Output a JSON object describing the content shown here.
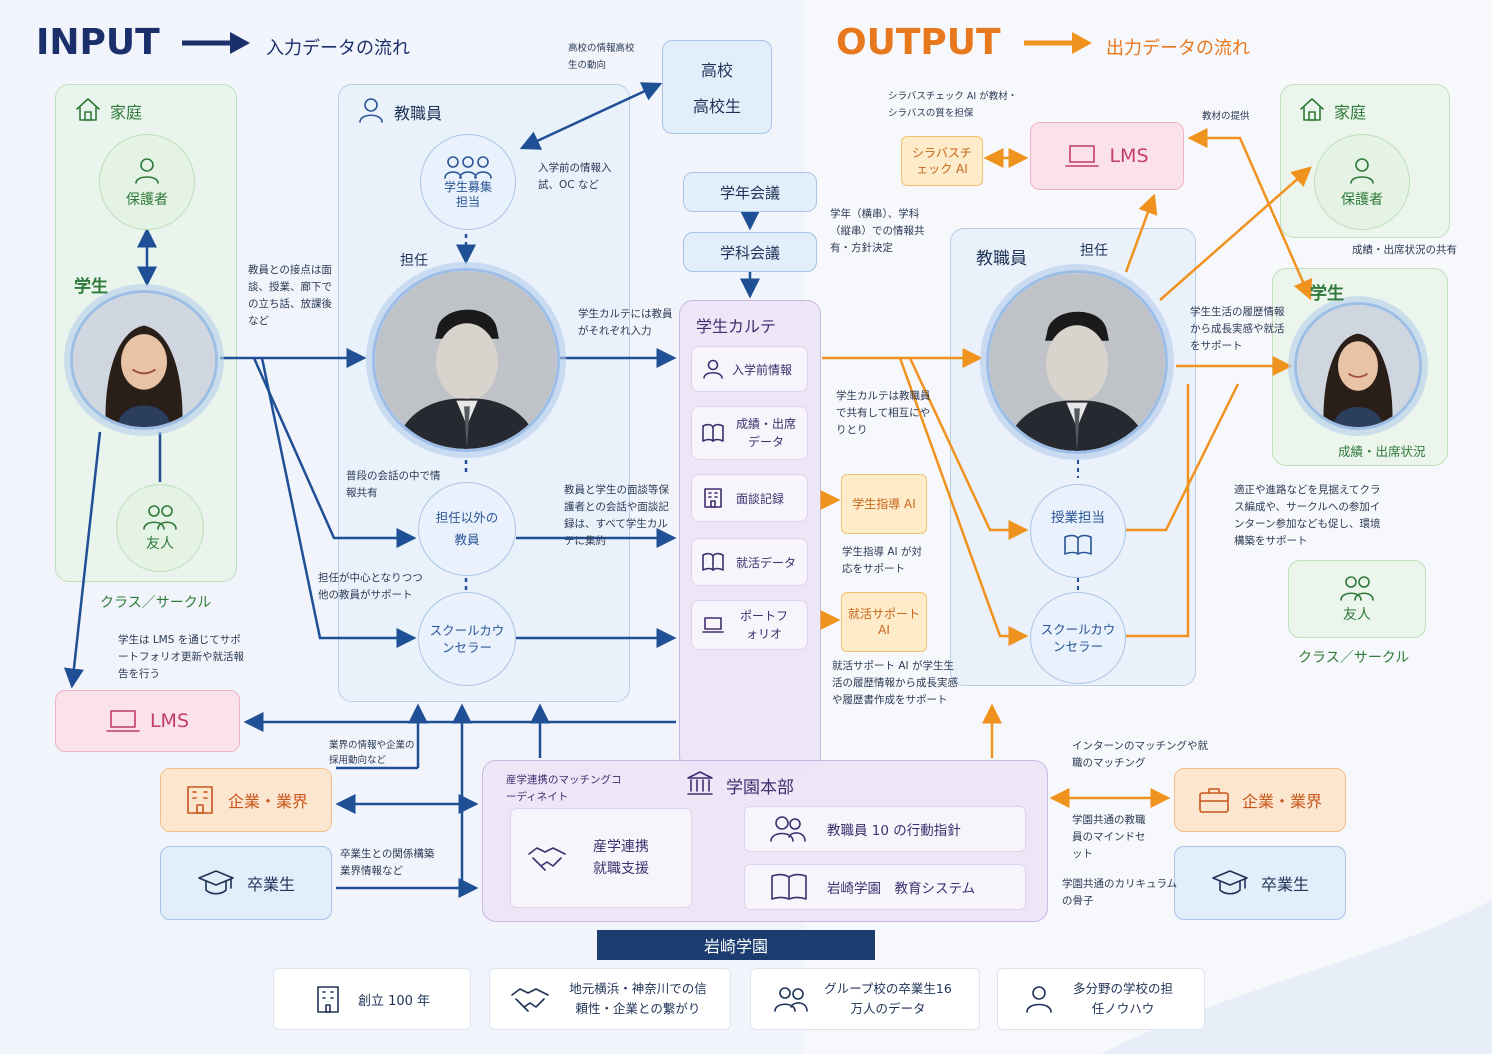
{
  "input": {
    "title": "INPUT",
    "subtitle": "入力データの流れ"
  },
  "output": {
    "title": "OUTPUT",
    "subtitle": "出力データの流れ"
  },
  "left": {
    "home": "家庭",
    "guardian": "保護者",
    "student": "学生",
    "friend": "友人",
    "circle": "クラス／サークル",
    "lms": "LMS",
    "company": "企業・業界",
    "alumni": "卒業生"
  },
  "staff": {
    "title": "教職員",
    "recruit": "学生募集担当",
    "homeroom": "担任",
    "others": "担任以外の教員",
    "counselor": "スクールカウンセラー"
  },
  "highschool": {
    "line1": "高校",
    "line2": "高校生"
  },
  "meetings": {
    "grade": "学年会議",
    "dept": "学科会議"
  },
  "karte": {
    "title": "学生カルテ",
    "items": [
      "入学前情報",
      "成績・出席データ",
      "面談記録",
      "就活データ",
      "ポートフォリオ"
    ]
  },
  "ai": {
    "syllabus": "シラバスチェック AI",
    "guidance": "学生指導 AI",
    "career": "就活サポート AI"
  },
  "right": {
    "lms": "LMS",
    "home": "家庭",
    "guardian": "保護者",
    "student": "学生",
    "grades": "成績・出席状況",
    "friend": "友人",
    "circle": "クラス／サークル",
    "company": "企業・業界",
    "alumni": "卒業生"
  },
  "rstaff": {
    "title": "教職員",
    "homeroom": "担任",
    "lecturer": "授業担当",
    "counselor": "スクールカウンセラー"
  },
  "hq": {
    "title": "学園本部",
    "coord": "産学連携のマッチングコーディネイト",
    "collab": "産学連携就職支援",
    "guide": "教職員 10 の行動指針",
    "system": "岩崎学園　教育システム"
  },
  "brand": "岩崎学園",
  "footer": [
    "創立 100 年",
    "地元横浜・神奈川での信頼性・企業との繋がり",
    "グループ校の卒業生16 万人のデータ",
    "多分野の学校の担任ノウハウ"
  ],
  "notes": {
    "n_hs": "高校の情報高校生の動向",
    "n_pre": "入学前の情報入試、OC など",
    "n_contact": "教員との接点は面談、授業、廊下での立ち話、放課後など",
    "n_input": "学生カルテには教員がそれぞれ入力",
    "n_daily": "普段の会話の中で情報共有",
    "n_support": "担任が中心となりつつ他の教員がサポート",
    "n_record": "教員と学生の面談等保護者との会話や面談記録は、すべて学生カルテに集約",
    "n_lms": "学生は LMS を通じてサポートフォリオ更新や就活報告を行う",
    "n_industry": "業界の情報や企業の採用動向など",
    "n_alumni": "卒業生との関係構築業界情報など",
    "n_syllabus": "シラバスチェック AI が教材・シラバスの質を担保",
    "n_material": "教材の提供",
    "n_meeting": "学年（横串）、学科（縦串）での情報共有・方針決定",
    "n_share": "学生カルテは教職員で共有して相互にやりとり",
    "n_guid": "学生指導 AI が対応をサポート",
    "n_career": "就活サポート AI が学生生活の履歴情報から成長実感や履歴書作成をサポート",
    "n_grades": "成績・出席状況の共有",
    "n_life": "学生生活の履歴情報から成長実感や就活をサポート",
    "n_env": "適正や進路などを見据えてクラス編成や、サークルへの参加インターン参加なども促し、環境構築をサポート",
    "n_intern": "インターンのマッチングや就職のマッチング",
    "n_mind": "学園共通の教職員のマインドセット",
    "n_curr": "学園共通のカリキュラムの骨子"
  },
  "colors": {
    "navy": "#1b2f6b",
    "orange": "#e8781d",
    "inputArrow": "#1f4f95",
    "outputArrow": "#f0921e"
  }
}
